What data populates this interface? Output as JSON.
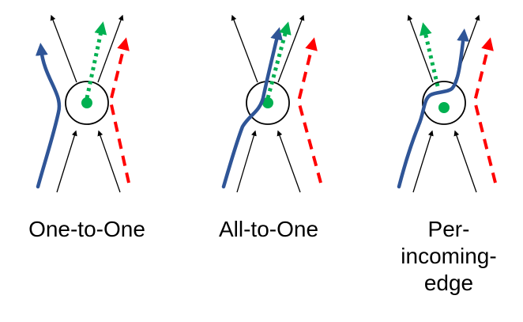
{
  "panels": [
    {
      "id": "one-to-one",
      "label": "One-to-One"
    },
    {
      "id": "all-to-one",
      "label": "All-to-One"
    },
    {
      "id": "per-incoming-edge",
      "label_lines": [
        "Per-",
        "incoming-",
        "edge"
      ]
    }
  ],
  "colors": {
    "blue_path": "#2F5597",
    "green_path": "#00B050",
    "red_path": "#FF0000",
    "black_arrow": "#000000",
    "node_outline": "#000000"
  }
}
